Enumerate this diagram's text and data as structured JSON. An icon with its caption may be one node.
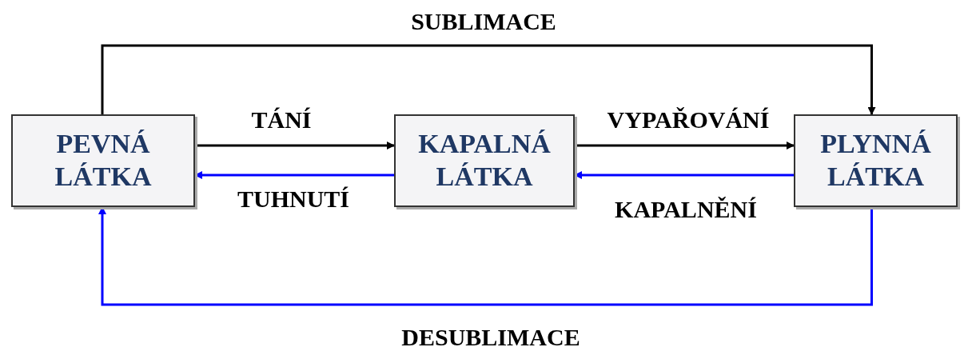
{
  "diagram": {
    "nodes": [
      {
        "text": [
          "PEVNÁ LÁTKA"
        ]
      },
      {
        "text": [
          "KAPALNÁ LÁTKA"
        ]
      },
      {
        "text": [
          "PLYNNÁ LÁTKA"
        ]
      }
    ],
    "edges": [
      {
        "from": 0,
        "to": 2,
        "arrow": "to",
        "label": "SUBLIMACE"
      },
      {
        "from": 0,
        "to": 1,
        "arrow": "to",
        "label": "TÁNÍ"
      },
      {
        "from": 1,
        "to": 0,
        "arrow": "to",
        "label": "TUHNUTÍ",
        "color": "#0000ff"
      },
      {
        "from": 1,
        "to": 2,
        "arrow": "to",
        "label": "VYPAŘOVÁNÍ"
      },
      {
        "from": 2,
        "to": 1,
        "arrow": "to",
        "label": "KAPALNĚNÍ",
        "color": "#0000ff"
      },
      {
        "from": 2,
        "to": 0,
        "arrow": "to",
        "label": "DESUBLIMACE",
        "color": "#0000ff"
      }
    ]
  }
}
